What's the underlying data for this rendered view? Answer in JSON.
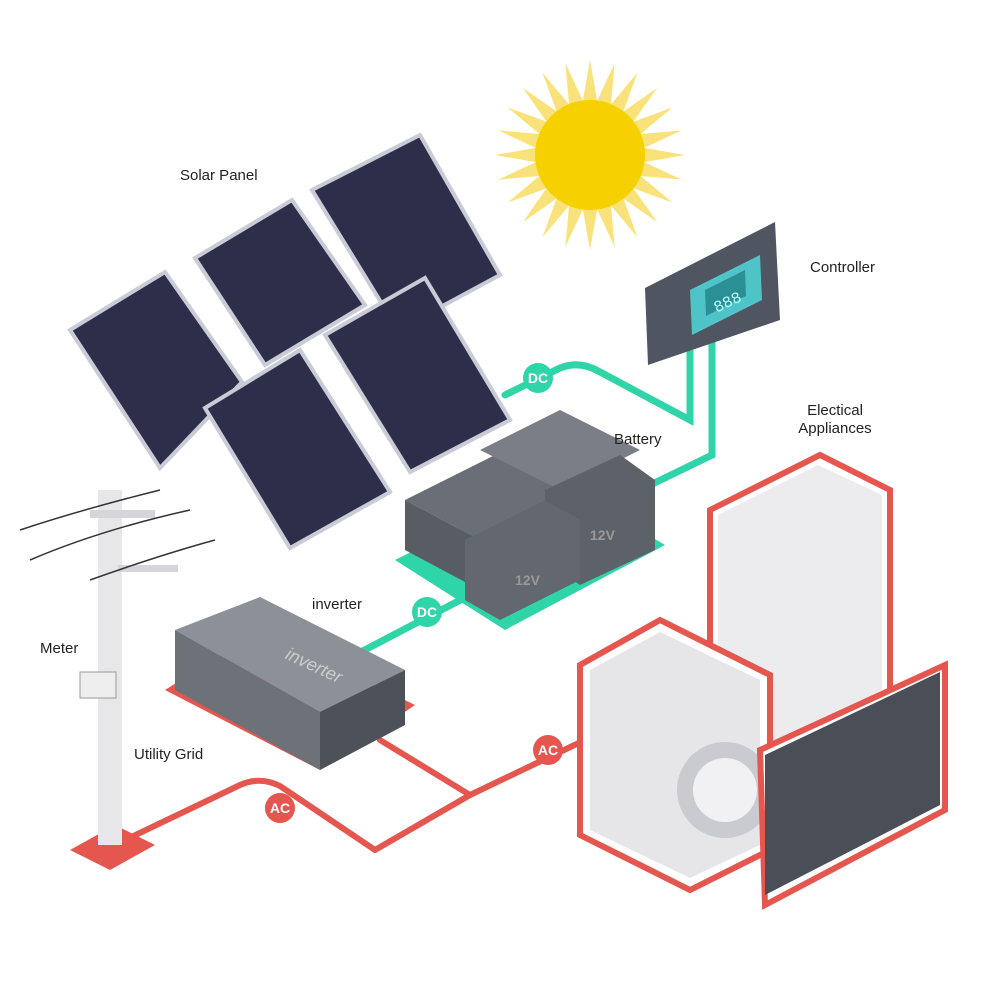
{
  "labels": {
    "solar_panel": "Solar Panel",
    "controller": "Controller",
    "battery": "Battery",
    "appliances_line1": "Electical",
    "appliances_line2": "Appliances",
    "inverter": "inverter",
    "meter": "Meter",
    "utility_grid": "Utility Grid"
  },
  "badges": {
    "dc1": "DC",
    "dc2": "DC",
    "ac1": "AC",
    "ac2": "AC"
  },
  "device_text": {
    "controller_display": "888",
    "battery_voltage": "12V",
    "inverter_brand": "inverter"
  },
  "colors": {
    "dc_wire": "#2fd4a8",
    "ac_wire": "#e5564f",
    "sun": "#f7d000",
    "panel": "#2d2f4a"
  }
}
